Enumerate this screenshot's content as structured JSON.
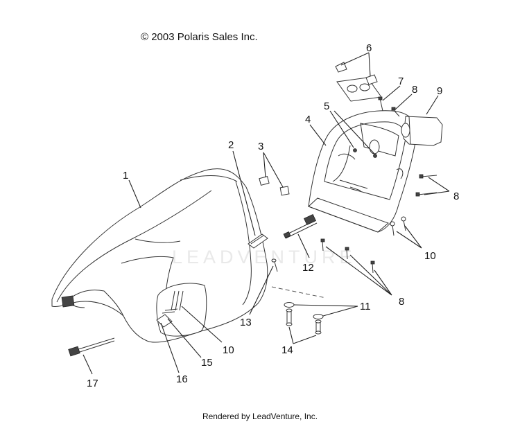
{
  "copyright": "© 2003 Polaris Sales Inc.",
  "footer": "Rendered by LeadVenture, Inc.",
  "watermark": "LEADVENTURE",
  "callouts": {
    "c1": "1",
    "c2": "2",
    "c3": "3",
    "c4": "4",
    "c5": "5",
    "c6": "6",
    "c7": "7",
    "c8a": "8",
    "c8b": "8",
    "c8c": "8",
    "c9": "9",
    "c10a": "10",
    "c10b": "10",
    "c11": "11",
    "c12": "12",
    "c13": "13",
    "c14": "14",
    "c15": "15",
    "c16": "16",
    "c17": "17"
  }
}
